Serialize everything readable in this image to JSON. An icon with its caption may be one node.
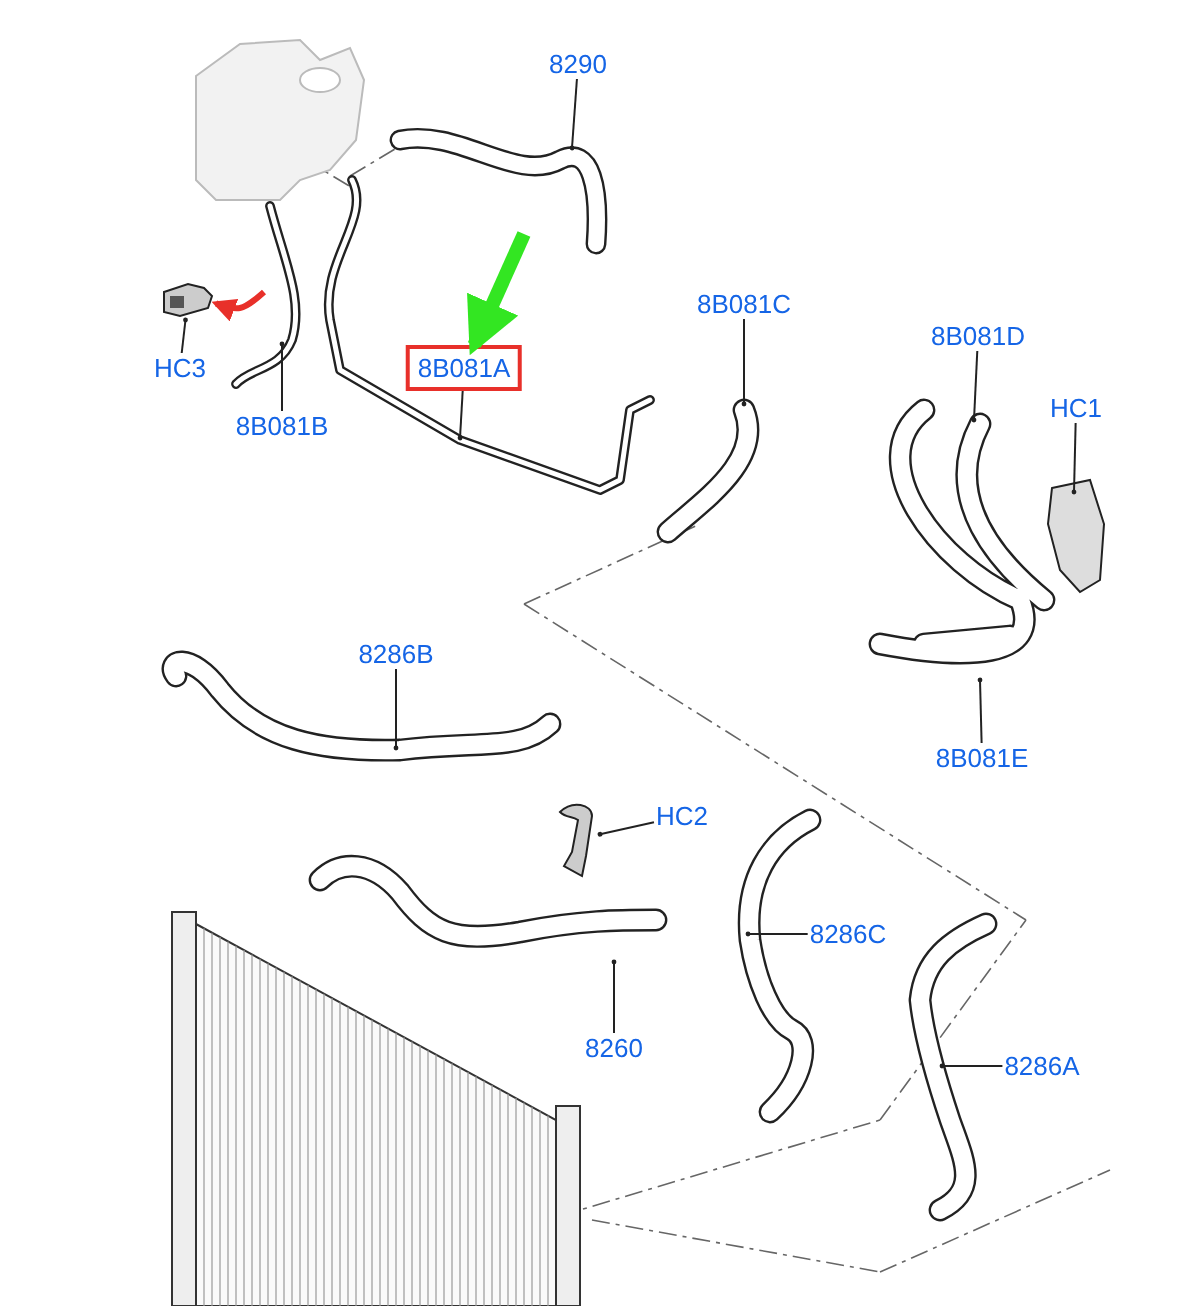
{
  "diagram": {
    "nodes": [
      {
        "text": [
          "8290"
        ]
      },
      {
        "text": [
          "HC3"
        ]
      },
      {
        "text": [
          "8B081B"
        ]
      },
      {
        "text": [
          "8B081A"
        ]
      },
      {
        "text": [
          "8B081C"
        ]
      },
      {
        "text": [
          "8B081D"
        ]
      },
      {
        "text": [
          "HC1"
        ]
      },
      {
        "text": [
          "8286B"
        ]
      },
      {
        "text": [
          "8B081E"
        ]
      },
      {
        "text": [
          "HC2"
        ]
      },
      {
        "text": [
          "8286C"
        ]
      },
      {
        "text": [
          "8260"
        ]
      },
      {
        "text": [
          "8286A"
        ]
      },
      {
        "text": [],
        "shape": "picture"
      },
      {
        "text": [],
        "shape": "picture"
      }
    ],
    "edges": [
      {
        "from": 0,
        "to": null,
        "arrow": "other"
      },
      {
        "from": 1,
        "to": 13,
        "arrow": "other"
      },
      {
        "from": 2,
        "to": null,
        "arrow": "other"
      },
      {
        "from": 3,
        "to": null,
        "arrow": "other"
      },
      {
        "from": 4,
        "to": null,
        "arrow": "other"
      },
      {
        "from": 5,
        "to": null,
        "arrow": "other"
      },
      {
        "from": 6,
        "to": null,
        "arrow": "other"
      },
      {
        "from": 7,
        "to": null,
        "arrow": "other"
      },
      {
        "from": 8,
        "to": null,
        "arrow": "other"
      },
      {
        "from": 9,
        "to": 14,
        "arrow": "other"
      },
      {
        "from": 10,
        "to": null,
        "arrow": "other"
      },
      {
        "from": 11,
        "to": null,
        "arrow": "other"
      },
      {
        "from": 12,
        "to": null,
        "arrow": "other"
      },
      {
        "from": null,
        "to": 13,
        "arrow": "to",
        "style": "thick",
        "color": "#e8302a"
      },
      {
        "from": null,
        "to": 3,
        "arrow": "to",
        "style": "thick",
        "color": "#33e622"
      }
    ]
  }
}
